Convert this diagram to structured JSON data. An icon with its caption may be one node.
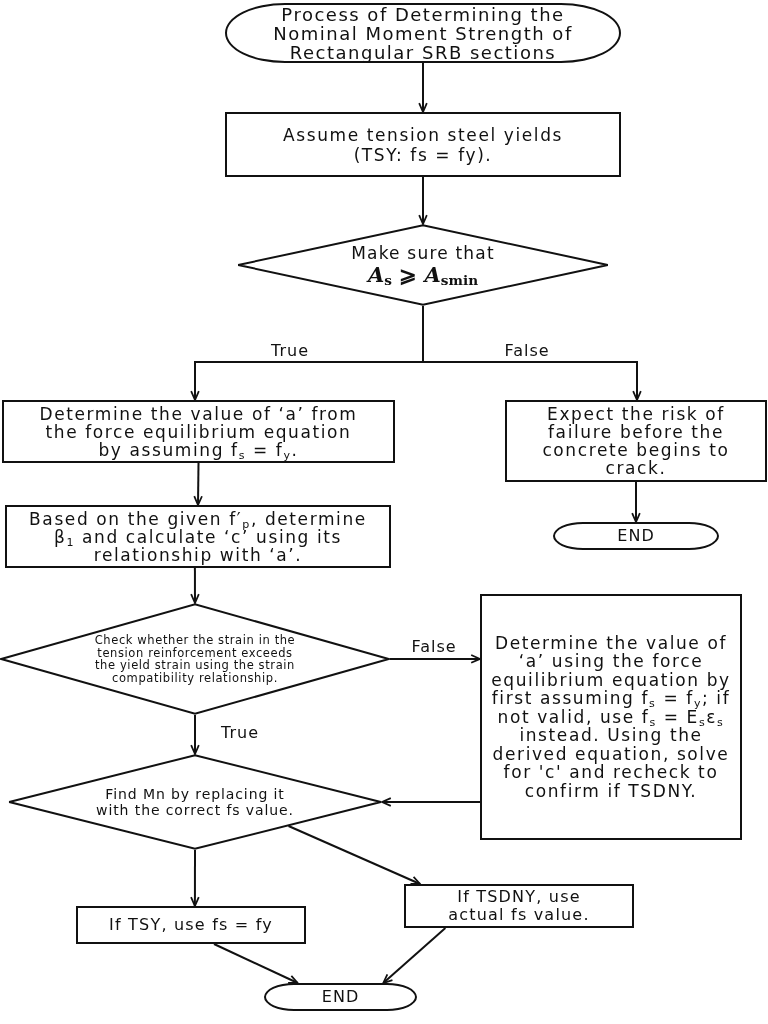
{
  "diagram": {
    "nodes": [
      {
        "text": [
          "Process of Determining the Nominal Moment Strength of Rectangular SRB sections"
        ]
      },
      {
        "text": [
          "Assume tension steel yields (TSY: fs = fy)."
        ]
      },
      {
        "text": [
          "Make sure that",
          "*A*$_{s}$ ⩾ *A*$_{s}$$_{min}$"
        ]
      },
      {
        "text": [
          "Determine the value of ‘a’ from the force equilibrium equation by assuming f$_{s}$ = f$_{y}$."
        ]
      },
      {
        "text": [
          "Expect the risk of failure before the concrete begins to crack."
        ]
      },
      {
        "text": [
          "END"
        ]
      },
      {
        "text": [
          "Based on the given f′$_{p}$, determine β$_{1}$ and calculate ‘c’ using its relationship with ‘a’."
        ]
      },
      {
        "text": [
          "Check whether the strain in the tension reinforcement exceeds the yield strain using the strain compatibility relationship."
        ]
      },
      {
        "text": [
          "Determine the value of ‘a’ using the force equilibrium equation by first assuming f$_{s}$ = f$_{y}$; if not valid, use f$_{s}$ = E$_{s}$ε$_{s}$ instead. Using the derived equation, solve for 'c' and recheck to confirm if TSDNY."
        ]
      },
      {
        "text": [
          "Find Mn by replacing it with the correct fs value."
        ]
      },
      {
        "text": [
          "If TSY, use fs = fy"
        ]
      },
      {
        "text": [
          "If TSDNY, use actual fs value."
        ]
      },
      {
        "text": [
          "END"
        ]
      }
    ],
    "edges": [
      {
        "from": 0,
        "to": 1,
        "arrow": "to"
      },
      {
        "from": 1,
        "to": 2,
        "arrow": "to"
      },
      {
        "from": 2,
        "to": 3,
        "arrow": "to",
        "label": "True"
      },
      {
        "from": 2,
        "to": 4,
        "arrow": "to",
        "label": "False"
      },
      {
        "from": 3,
        "to": 6,
        "arrow": "to"
      },
      {
        "from": 4,
        "to": 5,
        "arrow": "to"
      },
      {
        "from": 6,
        "to": 7,
        "arrow": "to"
      },
      {
        "from": 7,
        "to": 8,
        "arrow": "to",
        "label": "False"
      },
      {
        "from": 7,
        "to": 9,
        "arrow": "to",
        "label": "True"
      },
      {
        "from": 8,
        "to": 9,
        "arrow": "to"
      },
      {
        "from": 9,
        "to": 10,
        "arrow": "to"
      },
      {
        "from": 9,
        "to": 11,
        "arrow": "to"
      },
      {
        "from": 10,
        "to": 12,
        "arrow": "to"
      },
      {
        "from": 11,
        "to": 12,
        "arrow": "to"
      }
    ]
  }
}
